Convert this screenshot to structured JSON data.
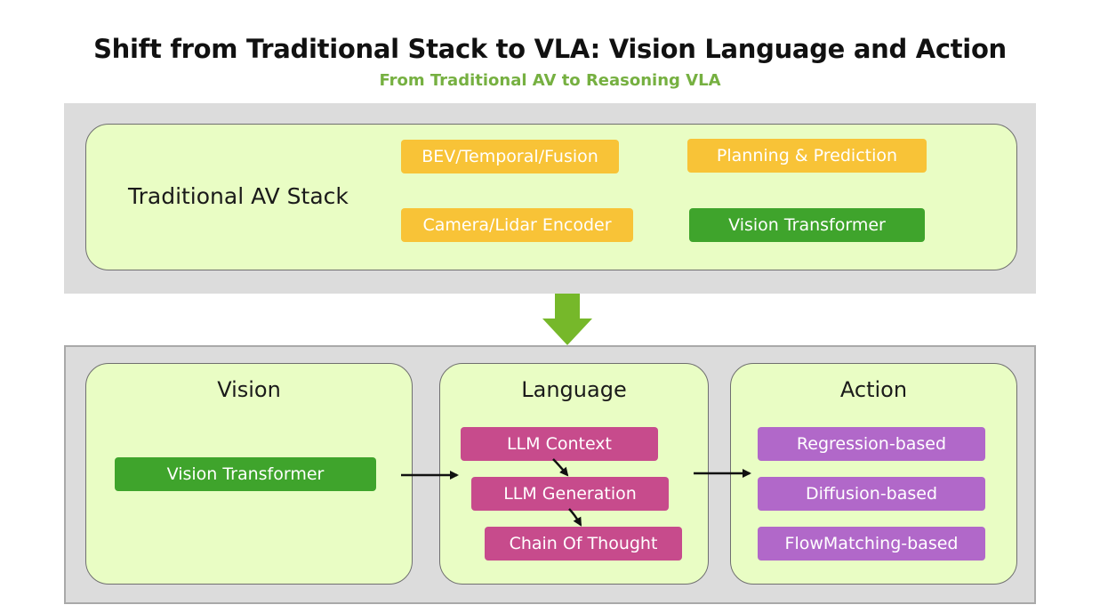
{
  "title": "Shift from Traditional Stack to VLA: Vision Language and Action",
  "subtitle": "From Traditional AV to Reasoning VLA",
  "traditional": {
    "label": "Traditional AV Stack",
    "boxes": {
      "bev": "BEV/Temporal/Fusion",
      "planning": "Planning & Prediction",
      "encoder": "Camera/Lidar Encoder",
      "vit": "Vision Transformer"
    }
  },
  "vla": {
    "vision": {
      "heading": "Vision",
      "box": "Vision Transformer"
    },
    "language": {
      "heading": "Language",
      "boxes": [
        "LLM Context",
        "LLM Generation",
        "Chain Of Thought"
      ]
    },
    "action": {
      "heading": "Action",
      "boxes": [
        "Regression-based",
        "Diffusion-based",
        "FlowMatching-based"
      ]
    }
  },
  "colors": {
    "panel": "#dcdcdc",
    "card": "#e9fdc4",
    "yellow": "#f8c337",
    "green": "#3fa42c",
    "magenta": "#c74b8c",
    "purple": "#b168c9",
    "arrow": "#76b82a",
    "subtitle": "#76b041"
  }
}
